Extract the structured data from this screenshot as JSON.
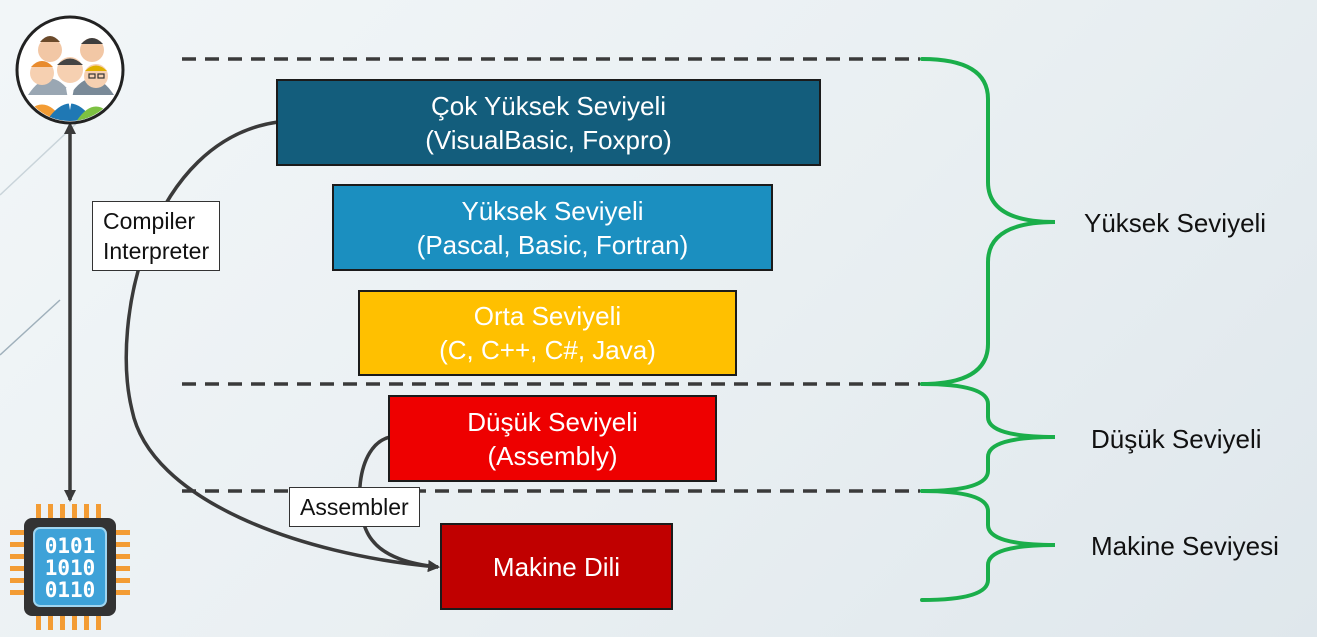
{
  "levels": [
    {
      "line1": "Çok Yüksek Seviyeli",
      "line2": "(VisualBasic, Foxpro)",
      "color": "#135d7c"
    },
    {
      "line1": "Yüksek Seviyeli",
      "line2": "(Pascal, Basic, Fortran)",
      "color": "#1b8fc0"
    },
    {
      "line1": "Orta Seviyeli",
      "line2": "(C, C++, C#, Java)",
      "color": "#ffc000"
    },
    {
      "line1": "Düşük Seviyeli",
      "line2": "(Assembly)",
      "color": "#ee0000"
    },
    {
      "line1": "Makine Dili",
      "color": "#c00000"
    }
  ],
  "translators": {
    "compiler_line1": "Compiler",
    "compiler_line2": "Interpreter",
    "assembler": "Assembler"
  },
  "categories": {
    "high": "Yüksek Seviyeli",
    "low": "Düşük Seviyeli",
    "machine": "Makine Seviyesi"
  },
  "icons": {
    "users": "users-group-icon",
    "chip": "binary-chip-icon"
  },
  "binary_rows": [
    "0101",
    "1010",
    "0110"
  ],
  "colors": {
    "bracket": "#1aae4a",
    "dashed_line": "#3a3a3a",
    "arrow": "#3a3a3a"
  }
}
